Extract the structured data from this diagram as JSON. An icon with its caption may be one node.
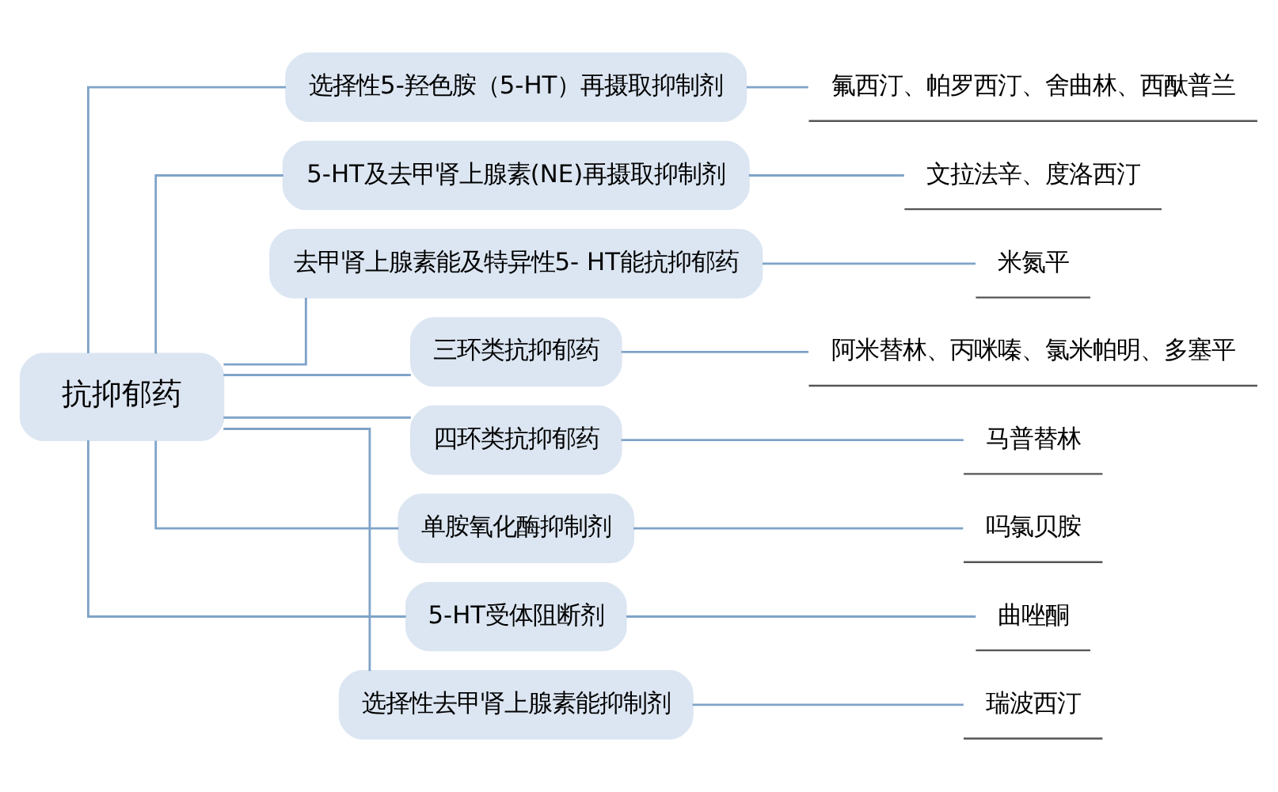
{
  "diagram": {
    "nodes": [
      {
        "text": [
          "抗抑郁药"
        ]
      },
      {
        "text": [
          "选择性5-羟色胺（5-HT）再摄取抑制剂"
        ]
      },
      {
        "text": [
          "5-HT及去甲肾上腺素(NE)再摄取抑制剂"
        ]
      },
      {
        "text": [
          "去甲肾上腺素能及特异性5- HT能抗抑郁药"
        ]
      },
      {
        "text": [
          "三环类抗抑郁药"
        ]
      },
      {
        "text": [
          "四环类抗抑郁药"
        ]
      },
      {
        "text": [
          "单胺氧化酶抑制剂"
        ]
      },
      {
        "text": [
          "5-HT受体阻断剂"
        ]
      },
      {
        "text": [
          "选择性去甲肾上腺素能抑制剂"
        ]
      },
      {
        "text": [
          "氟西汀、帕罗西汀、舍曲林、西酞普兰"
        ]
      },
      {
        "text": [
          "文拉法辛、度洛西汀"
        ]
      },
      {
        "text": [
          "米氮平"
        ]
      },
      {
        "text": [
          "阿米替林、丙咪嗪、氯米帕明、多塞平"
        ]
      },
      {
        "text": [
          "马普替林"
        ]
      },
      {
        "text": [
          "吗氯贝胺"
        ]
      },
      {
        "text": [
          "曲唑酮"
        ]
      },
      {
        "text": [
          "瑞波西汀"
        ]
      }
    ],
    "edges": [
      {
        "from": 0,
        "to": 1,
        "arrow": "none"
      },
      {
        "from": 0,
        "to": 2,
        "arrow": "none"
      },
      {
        "from": 0,
        "to": 3,
        "arrow": "none"
      },
      {
        "from": 0,
        "to": 4,
        "arrow": "none"
      },
      {
        "from": 0,
        "to": 5,
        "arrow": "none"
      },
      {
        "from": 0,
        "to": 6,
        "arrow": "none"
      },
      {
        "from": 0,
        "to": 7,
        "arrow": "none"
      },
      {
        "from": 0,
        "to": 8,
        "arrow": "none"
      },
      {
        "from": 1,
        "to": 9,
        "arrow": "none"
      },
      {
        "from": 2,
        "to": 10,
        "arrow": "none"
      },
      {
        "from": 3,
        "to": 11,
        "arrow": "none"
      },
      {
        "from": 4,
        "to": 12,
        "arrow": "none"
      },
      {
        "from": 5,
        "to": 13,
        "arrow": "none"
      },
      {
        "from": 6,
        "to": 14,
        "arrow": "none"
      },
      {
        "from": 7,
        "to": 15,
        "arrow": "none"
      },
      {
        "from": 8,
        "to": 16,
        "arrow": "none"
      }
    ]
  }
}
